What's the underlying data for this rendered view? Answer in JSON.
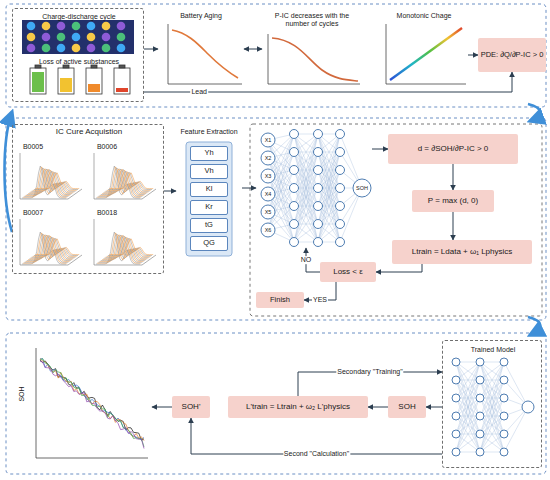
{
  "diagram": {
    "nodes": [
      {
        "text": [
          "Charge-discharge cycle",
          "Loss of active substances"
        ]
      },
      {
        "text": [
          "Battery Aging"
        ]
      },
      {
        "text": [
          "P-IC decreases with the number of cycles"
        ]
      },
      {
        "text": [
          "Monotonic Chage"
        ]
      },
      {
        "text": [
          "PDE: ∂Q/∂P-IC > 0"
        ]
      },
      {
        "text": [
          "IC Cure Acquistion"
        ]
      },
      {
        "text": [
          "B0005"
        ],
        "in": 5
      },
      {
        "text": [
          "B0006"
        ],
        "in": 5
      },
      {
        "text": [
          "B0007"
        ],
        "in": 5
      },
      {
        "text": [
          "B0018"
        ],
        "in": 5
      },
      {
        "text": [
          "Feature Extraction"
        ]
      },
      {
        "text": [
          "Yh"
        ],
        "in": 10
      },
      {
        "text": [
          "Vh"
        ],
        "in": 10
      },
      {
        "text": [
          "Kl"
        ],
        "in": 10
      },
      {
        "text": [
          "Kr"
        ],
        "in": 10
      },
      {
        "text": [
          "tG"
        ],
        "in": 10
      },
      {
        "text": [
          "QG"
        ],
        "in": 10
      },
      {
        "text": [
          "X1",
          "X2",
          "X3",
          "X4",
          "X5",
          "X6",
          "SOH"
        ]
      },
      {
        "text": [
          "d = ∂SOH/∂P-IC > 0"
        ]
      },
      {
        "text": [
          "P = max (d, 0)"
        ]
      },
      {
        "text": [
          "Ltrain = Ldata + ω₁ Lphysics"
        ]
      },
      {
        "text": [
          "Loss < ε"
        ]
      },
      {
        "text": [
          "Finish"
        ]
      },
      {
        "text": [
          "SOH"
        ]
      },
      {
        "text": [
          "SOH'"
        ]
      },
      {
        "text": [
          "L'train = Ltrain + ω₂ L'physics"
        ]
      },
      {
        "text": [
          "SOH"
        ]
      },
      {
        "text": [
          "Trained Model"
        ]
      }
    ],
    "edges": [
      {
        "from": 0,
        "to": 1,
        "arrow": "to"
      },
      {
        "from": 0,
        "to": 4,
        "arrow": "to",
        "label": "Lead"
      },
      {
        "from": 1,
        "to": 2,
        "arrow": "both"
      },
      {
        "from": 3,
        "to": 4,
        "arrow": "to"
      },
      {
        "from": 5,
        "to": 10,
        "arrow": "to"
      },
      {
        "from": 10,
        "to": 17,
        "arrow": "to"
      },
      {
        "from": 17,
        "to": 18,
        "arrow": "to"
      },
      {
        "from": 18,
        "to": 19,
        "arrow": "to"
      },
      {
        "from": 19,
        "to": 20,
        "arrow": "to"
      },
      {
        "from": 20,
        "to": 21,
        "arrow": "to"
      },
      {
        "from": 21,
        "to": 17,
        "arrow": "to",
        "label": "NO"
      },
      {
        "from": 21,
        "to": 22,
        "arrow": "to",
        "label": "YES"
      },
      {
        "from": 27,
        "to": 26,
        "arrow": "to"
      },
      {
        "from": 26,
        "to": 25,
        "arrow": "to"
      },
      {
        "from": 25,
        "to": 27,
        "arrow": "to",
        "label": "Secondary \"Training\""
      },
      {
        "from": 27,
        "to": 24,
        "arrow": "to",
        "label": "Second \"Calculation\""
      },
      {
        "from": 24,
        "to": 23,
        "arrow": "to"
      }
    ]
  }
}
